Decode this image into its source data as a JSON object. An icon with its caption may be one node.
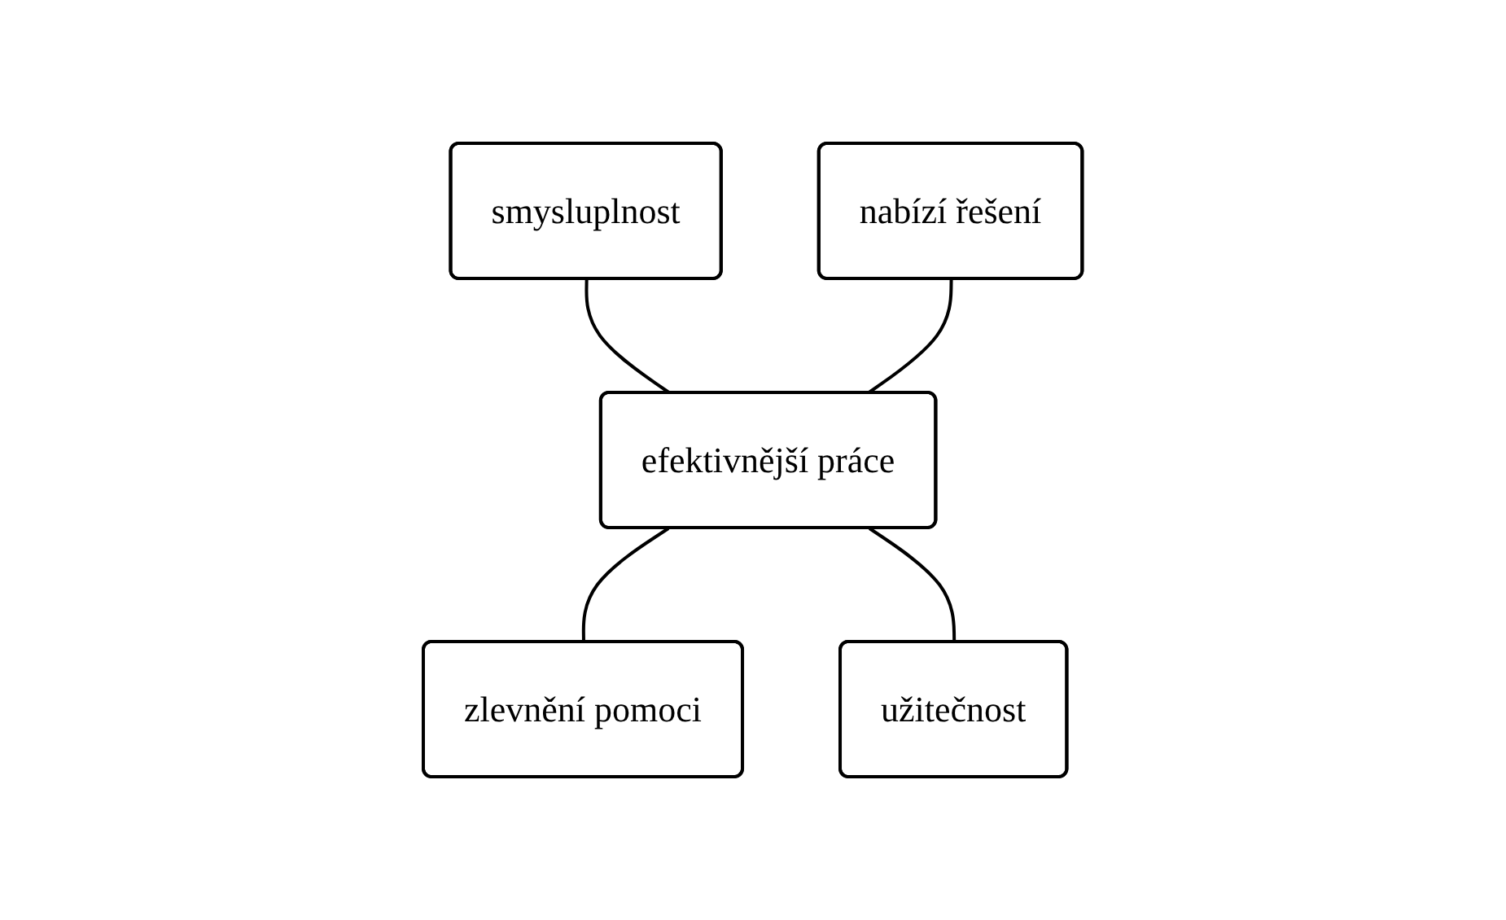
{
  "diagram": {
    "nodes": [
      {
        "text": [
          "smysluplnost"
        ]
      },
      {
        "text": [
          "nabízí řešení"
        ]
      },
      {
        "text": [
          "efektivnější práce"
        ]
      },
      {
        "text": [
          "zlevnění pomoci"
        ]
      },
      {
        "text": [
          "užitečnost"
        ]
      }
    ],
    "edges": [
      {
        "from": 0,
        "to": 2,
        "arrow": "none"
      },
      {
        "from": 1,
        "to": 2,
        "arrow": "none"
      },
      {
        "from": 2,
        "to": 3,
        "arrow": "none"
      },
      {
        "from": 2,
        "to": 4,
        "arrow": "none"
      }
    ]
  }
}
